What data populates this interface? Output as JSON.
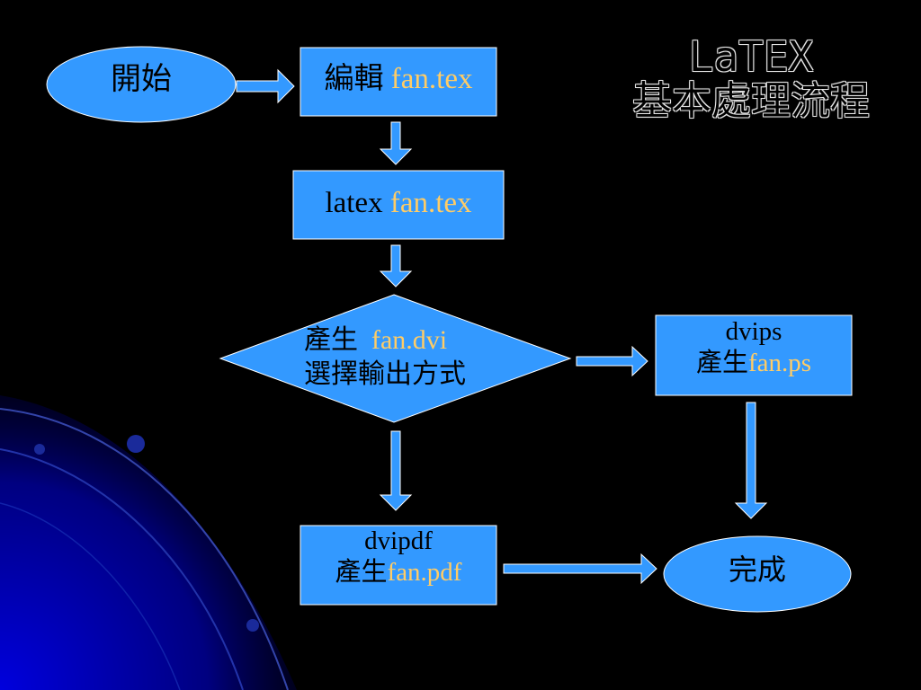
{
  "title": {
    "line1": "LaTEX",
    "line2": "基本處理流程"
  },
  "nodes": {
    "start": {
      "label": "開始"
    },
    "edit": {
      "prefix": "編輯 ",
      "file": "fan.tex"
    },
    "latex": {
      "prefix": "latex ",
      "file": "fan.tex"
    },
    "decision": {
      "line1_prefix": "產生  ",
      "line1_file": "fan.dvi",
      "line2": "選擇輸出方式"
    },
    "dvips": {
      "command": "dvips",
      "prefix": "產生",
      "file": "fan.ps"
    },
    "dvipdf": {
      "command": "dvipdf",
      "prefix": "產生",
      "file": "fan.pdf"
    },
    "end": {
      "label": "完成"
    }
  },
  "colors": {
    "node_fill": "#3399FF",
    "node_border": "#FFFFFF",
    "highlight": "#FFCC66",
    "arrow_fill": "#3399FF",
    "background": "#000000",
    "decor_blue": "#0000CC"
  }
}
